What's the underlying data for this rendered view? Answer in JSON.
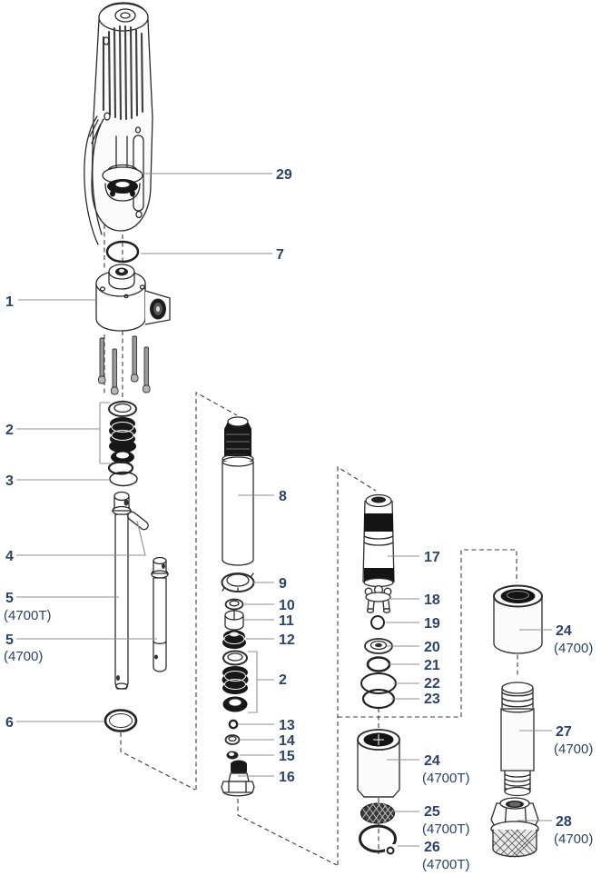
{
  "diagram": {
    "type": "exploded-parts-diagram",
    "colors": {
      "background": "#ffffff",
      "label_text": "#2a4368",
      "leader_line": "#8f8f8f",
      "line_art": "#2b2b2b"
    },
    "callouts": {
      "c29": {
        "num": "29",
        "variant": ""
      },
      "c7": {
        "num": "7",
        "variant": ""
      },
      "c1": {
        "num": "1",
        "variant": ""
      },
      "c2a": {
        "num": "2",
        "variant": ""
      },
      "c3": {
        "num": "3",
        "variant": ""
      },
      "c4": {
        "num": "4",
        "variant": ""
      },
      "c5t": {
        "num": "5",
        "variant": "(4700T)"
      },
      "c5": {
        "num": "5",
        "variant": "(4700)"
      },
      "c6": {
        "num": "6",
        "variant": ""
      },
      "c8": {
        "num": "8",
        "variant": ""
      },
      "c9": {
        "num": "9",
        "variant": ""
      },
      "c10": {
        "num": "10",
        "variant": ""
      },
      "c11": {
        "num": "11",
        "variant": ""
      },
      "c12": {
        "num": "12",
        "variant": ""
      },
      "c2b": {
        "num": "2",
        "variant": ""
      },
      "c13": {
        "num": "13",
        "variant": ""
      },
      "c14": {
        "num": "14",
        "variant": ""
      },
      "c15": {
        "num": "15",
        "variant": ""
      },
      "c16": {
        "num": "16",
        "variant": ""
      },
      "c17": {
        "num": "17",
        "variant": ""
      },
      "c18": {
        "num": "18",
        "variant": ""
      },
      "c19": {
        "num": "19",
        "variant": ""
      },
      "c20": {
        "num": "20",
        "variant": ""
      },
      "c21": {
        "num": "21",
        "variant": ""
      },
      "c22": {
        "num": "22",
        "variant": ""
      },
      "c23": {
        "num": "23",
        "variant": ""
      },
      "c24t": {
        "num": "24",
        "variant": "(4700T)"
      },
      "c25t": {
        "num": "25",
        "variant": "(4700T)"
      },
      "c26t": {
        "num": "26",
        "variant": "(4700T)"
      },
      "c24": {
        "num": "24",
        "variant": "(4700)"
      },
      "c27": {
        "num": "27",
        "variant": "(4700)"
      },
      "c28": {
        "num": "28",
        "variant": "(4700)"
      }
    }
  }
}
